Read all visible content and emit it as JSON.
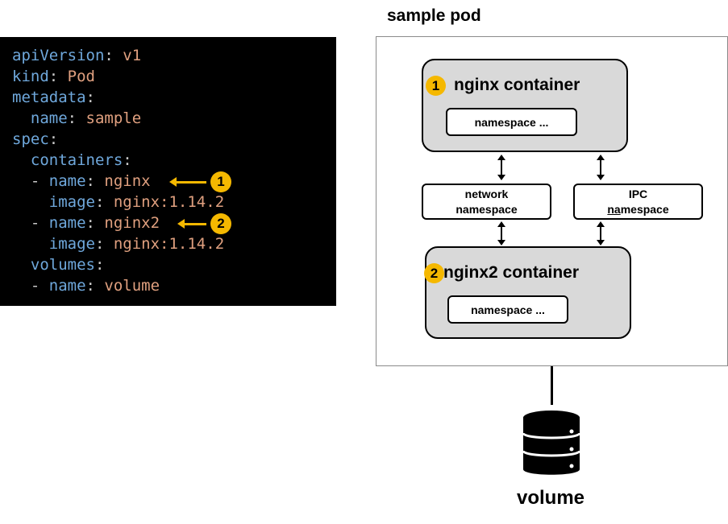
{
  "code": {
    "lines": [
      {
        "indent": "",
        "key": "apiVersion",
        "value": "v1"
      },
      {
        "indent": "",
        "key": "kind",
        "value": "Pod"
      },
      {
        "indent": "",
        "key": "metadata",
        "value": ""
      },
      {
        "indent": "  ",
        "key": "name",
        "value": "sample"
      },
      {
        "indent": "",
        "key": "spec",
        "value": ""
      },
      {
        "indent": "  ",
        "key": "containers",
        "value": ""
      },
      {
        "indent": "  - ",
        "key": "name",
        "value": "nginx"
      },
      {
        "indent": "    ",
        "key": "image",
        "value": "nginx:1.14.2"
      },
      {
        "indent": "  - ",
        "key": "name",
        "value": "nginx2"
      },
      {
        "indent": "    ",
        "key": "image",
        "value": "nginx:1.14.2"
      },
      {
        "indent": "  ",
        "key": "volumes",
        "value": ""
      },
      {
        "indent": "  - ",
        "key": "name",
        "value": "volume"
      }
    ],
    "markers": [
      "1",
      "2"
    ]
  },
  "diagram": {
    "pod_title": "sample pod",
    "container1": {
      "badge": "1",
      "title": "nginx container",
      "namespace": "namespace ..."
    },
    "container2": {
      "badge": "2",
      "title": "nginx2 container",
      "namespace": "namespace ..."
    },
    "network_ns": {
      "line1": "network",
      "line2": "namespace"
    },
    "ipc_ns": {
      "line1": "IPC",
      "line2_underlined": "na",
      "line2_rest": "mespace"
    },
    "volume_label": "volume",
    "badge_color": "#f5b800"
  }
}
